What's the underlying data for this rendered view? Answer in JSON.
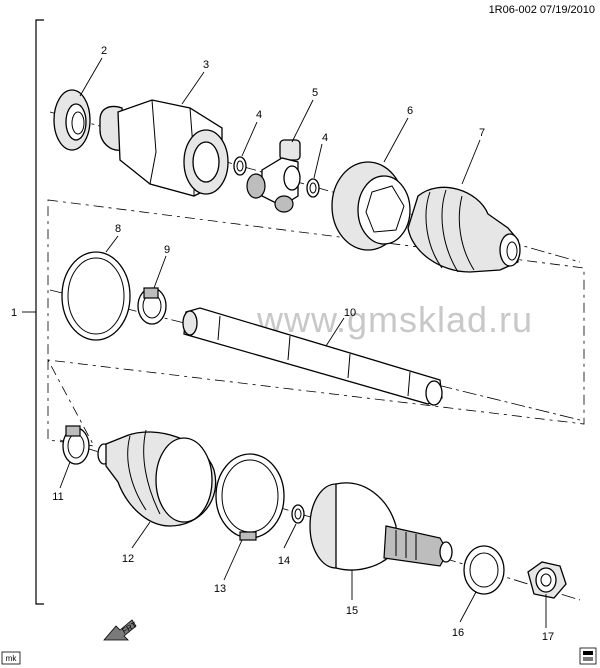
{
  "header": {
    "ref": "1R06-002  07/19/2010"
  },
  "watermark": "www.gmsklad.ru",
  "footer": {
    "initials": "mk",
    "front": "FRT"
  },
  "callouts": [
    "1",
    "2",
    "3",
    "4",
    "5",
    "4",
    "6",
    "7",
    "8",
    "9",
    "10",
    "11",
    "12",
    "13",
    "14",
    "15",
    "16",
    "17"
  ]
}
